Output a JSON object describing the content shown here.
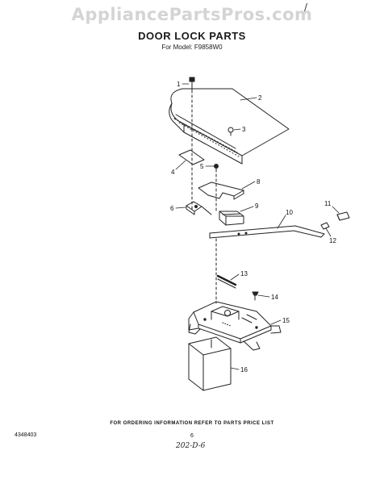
{
  "watermark": "AppliancePartsPros.com",
  "corner_mark": "/",
  "title": "DOOR LOCK PARTS",
  "model": "For Model: F9858W0",
  "callouts": [
    "1",
    "2",
    "3",
    "4",
    "5",
    "6",
    "8",
    "9",
    "10",
    "11",
    "12",
    "13",
    "14",
    "15",
    "16"
  ],
  "footer": {
    "note": "FOR ORDERING INFORMATION REFER TO PARTS PRICE LIST",
    "doc_number": "4348403",
    "page_number": "6",
    "handwritten": "202-D-6"
  }
}
